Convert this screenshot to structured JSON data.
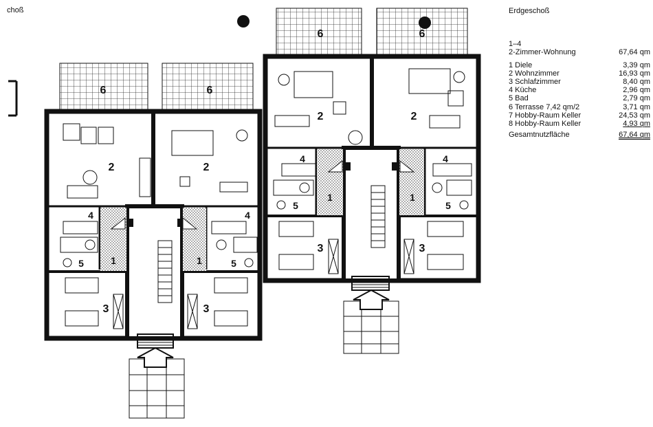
{
  "corner_label": "choß",
  "legend": {
    "heading": "Erdgeschoß",
    "unit_range": "1–4",
    "unit_type": "2-Zimmer-Wohnung",
    "unit_area": "67,64 qm",
    "rooms": [
      {
        "label": "1  Diele",
        "area": "3,39 qm"
      },
      {
        "label": "2  Wohnzimmer",
        "area": "16,93 qm"
      },
      {
        "label": "3  Schlafzimmer",
        "area": "8,40 qm"
      },
      {
        "label": "4  Küche",
        "area": "2,96 qm"
      },
      {
        "label": "5  Bad",
        "area": "2,79 qm"
      },
      {
        "label": "6  Terrasse 7,42 qm/2",
        "area": "3,71 qm"
      },
      {
        "label": "7  Hobby-Raum Keller",
        "area": "24,53 qm"
      },
      {
        "label": "8  Hobby-Raum Keller",
        "area": "4,93 qm"
      }
    ],
    "total_label": "Gesamtnutzfläche",
    "total_area": "67,64 qm"
  },
  "room_numbers": {
    "terrace": "6",
    "living": "2",
    "kitchen": "4",
    "bath": "5",
    "hall": "1",
    "bedroom": "3"
  }
}
